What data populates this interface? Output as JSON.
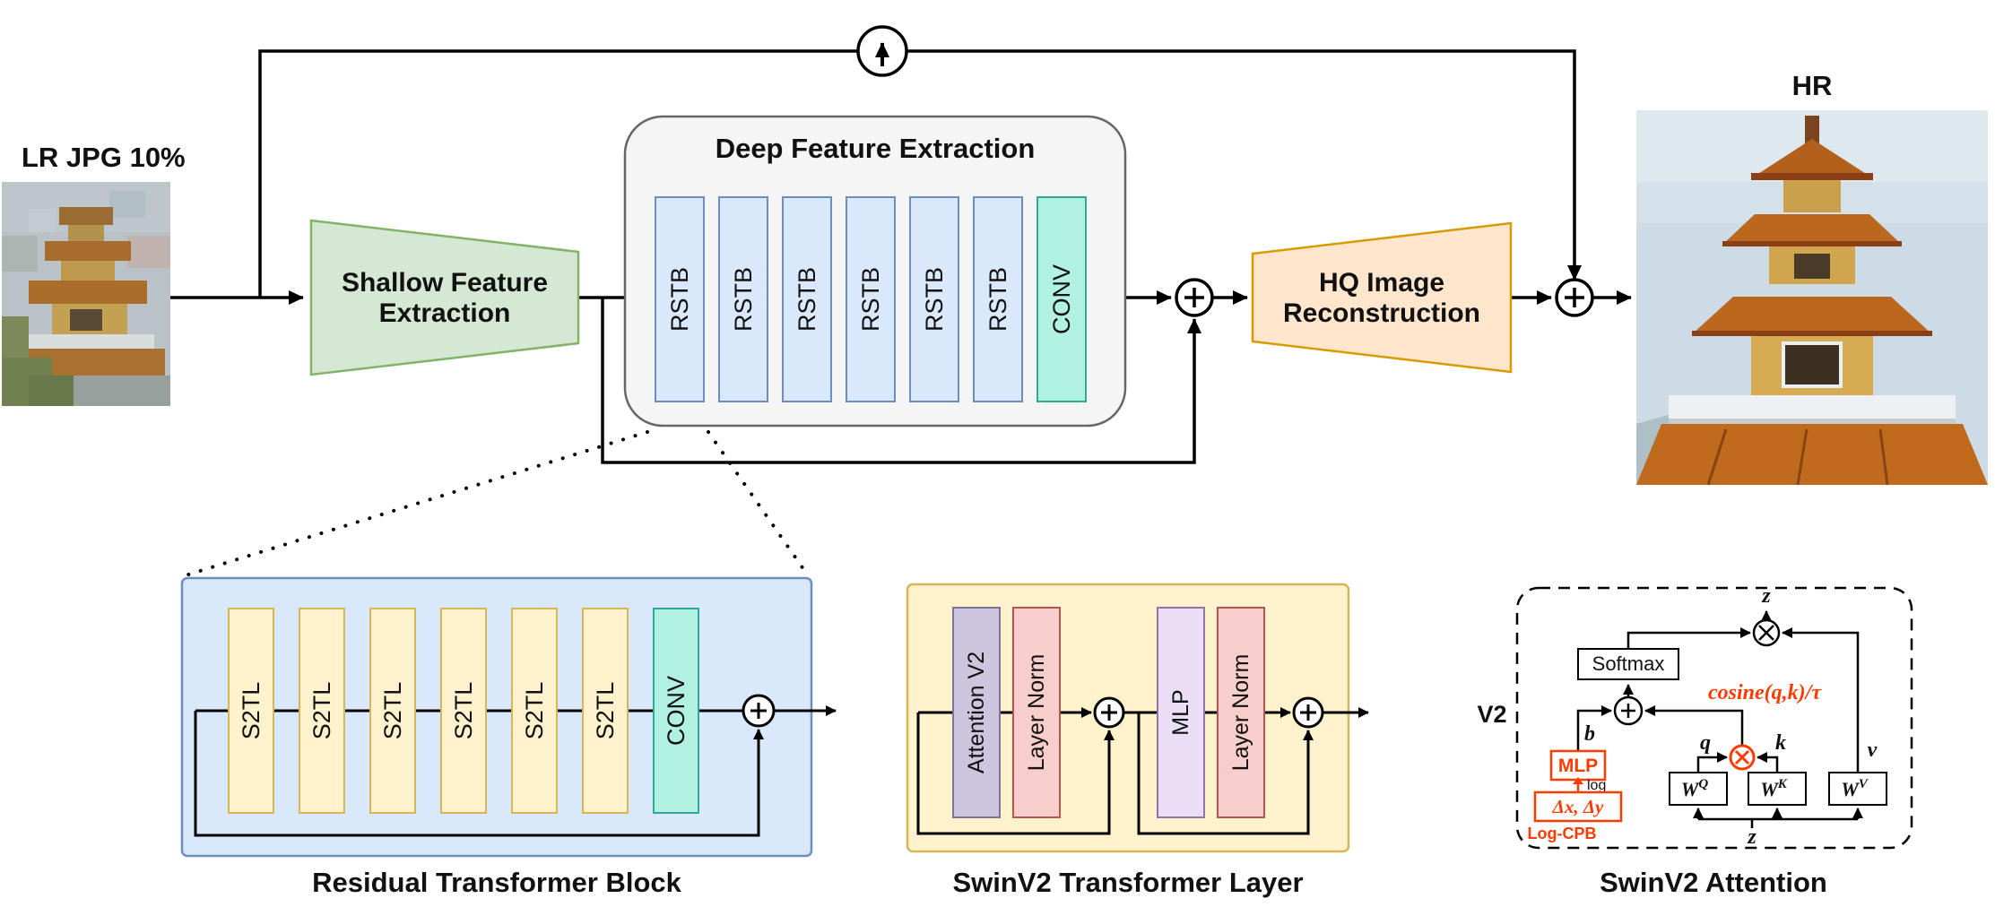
{
  "pipeline": {
    "lr_label": "LR  JPG 10%",
    "hr_label": "HR",
    "shallow": {
      "line1": "Shallow Feature",
      "line2": "Extraction"
    },
    "deep": {
      "title": "Deep Feature Extraction",
      "blocks": [
        "RSTB",
        "RSTB",
        "RSTB",
        "RSTB",
        "RSTB",
        "RSTB",
        "CONV"
      ]
    },
    "hq": {
      "line1": "HQ Image",
      "line2": "Reconstruction"
    }
  },
  "rstb": {
    "caption": "Residual Transformer Block",
    "blocks": [
      "S2TL",
      "S2TL",
      "S2TL",
      "S2TL",
      "S2TL",
      "S2TL",
      "CONV"
    ]
  },
  "swin_layer": {
    "caption": "SwinV2 Transformer Layer",
    "blocks": [
      "Attention V2",
      "Layer Norm",
      "MLP",
      "Layer Norm"
    ]
  },
  "attention": {
    "caption": "SwinV2 Attention",
    "v2": "V2",
    "softmax": "Softmax",
    "cosine": "cosine(q,k)/τ",
    "b": "b",
    "q": "q",
    "k": "k",
    "v": "v",
    "z_out": "z",
    "z_in": "z",
    "mlp": "MLP",
    "log": "log",
    "delta": "Δx, Δy",
    "log_cpb": "Log-CPB",
    "w": "W",
    "wq_sup": "Q",
    "wk_sup": "K",
    "wv_sup": "V"
  },
  "colors": {
    "shallow_fill": "#d5e8d4",
    "shallow_stroke": "#82b366",
    "deep_fill": "#f5f5f5",
    "deep_stroke": "#666666",
    "rstb_fill": "#dae8fc",
    "rstb_stroke": "#6c8ebf",
    "conv_fill": "#b0f1e2",
    "conv_stroke": "#2fa899",
    "hq_fill": "#ffe6cc",
    "hq_stroke": "#d79b00",
    "yellow_fill": "#fff2cc",
    "yellow_stroke": "#d6b656",
    "layernorm_fill": "#f8cecc",
    "layernorm_stroke": "#b85450",
    "attention_fill": "#cdc5dd",
    "attention_stroke": "#7d739c",
    "mlp_fill": "#e9def5",
    "mlp_stroke": "#9673a6",
    "accent_orange": "#ff3b00",
    "line": "#000000"
  }
}
